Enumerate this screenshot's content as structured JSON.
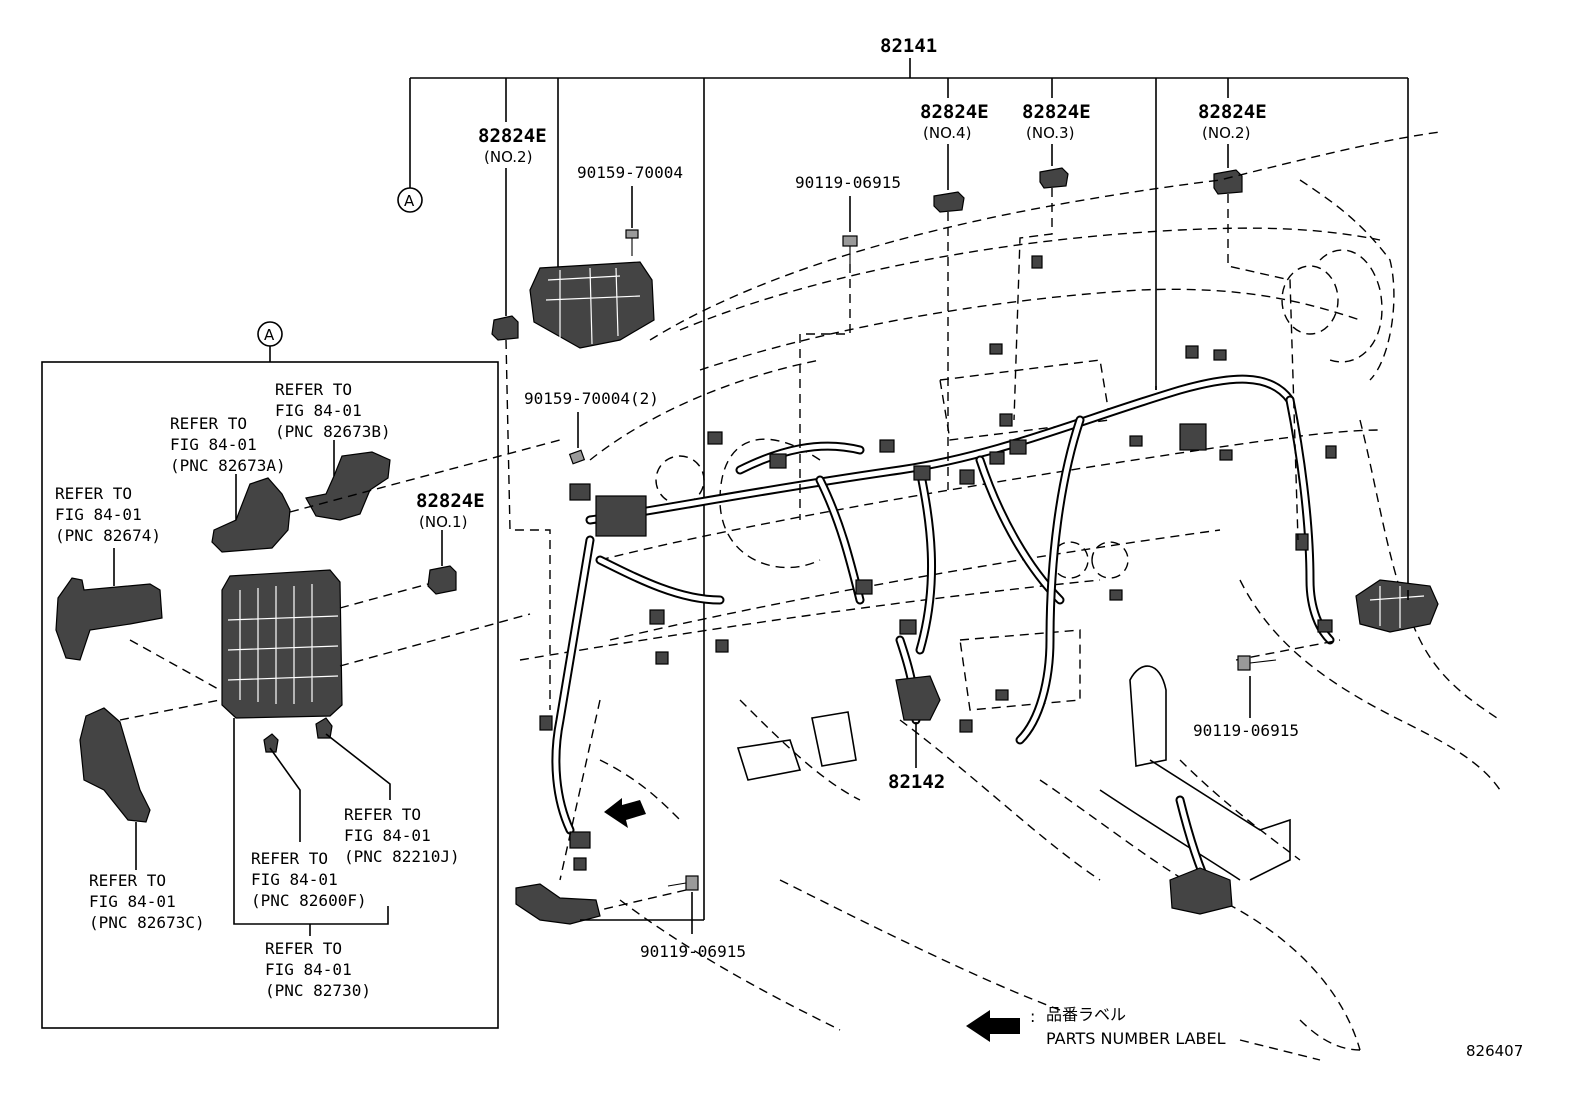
{
  "callouts": {
    "main_harness": "82141",
    "instrument_harness": "82142",
    "fuse_block_no2_left": "82824E",
    "fuse_block_no2_left_sub": "(NO.2)",
    "relay_no4": "82824E",
    "relay_no4_sub": "(NO.4)",
    "relay_no3": "82824E",
    "relay_no3_sub": "(NO.3)",
    "relay_no2_right": "82824E",
    "relay_no2_right_sub": "(NO.2)",
    "relay_no1": "82824E",
    "relay_no1_sub": "(NO.1)",
    "bolt_top": "90159-70004",
    "bolt_mid": "90159-70004(2)",
    "screw_center": "90119-06915",
    "screw_right": "90119-06915",
    "screw_bottom": "90119-06915",
    "circle_a_top": "A",
    "circle_a_box": "A"
  },
  "refer_notes": {
    "line1": "REFER TO",
    "line2": "FIG 84-01",
    "pnc_82673B": "(PNC 82673B)",
    "pnc_82673A": "(PNC 82673A)",
    "pnc_82674": "(PNC 82674)",
    "pnc_82673C": "(PNC 82673C)",
    "pnc_82600F": "(PNC 82600F)",
    "pnc_82210J": "(PNC 82210J)",
    "pnc_82730": "(PNC 82730)"
  },
  "legend": {
    "label_jp": "品番ラベル",
    "label_en": "PARTS NUMBER LABEL"
  },
  "figure_id": "826407"
}
